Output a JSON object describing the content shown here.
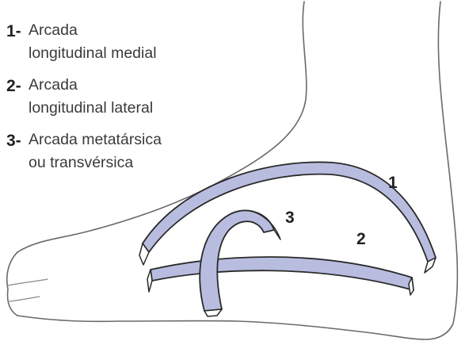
{
  "legend": [
    {
      "number": "1-",
      "lines": [
        "Arcada",
        "longitudinal medial"
      ]
    },
    {
      "number": "2-",
      "lines": [
        "Arcada",
        "longitudinal lateral"
      ]
    },
    {
      "number": "3-",
      "lines": [
        "Arcada metatársica",
        "ou transvérsica"
      ]
    }
  ],
  "arch_labels": {
    "medial": "1",
    "lateral": "2",
    "transverse": "3"
  },
  "colors": {
    "band_fill": "#b8bde0",
    "band_stroke": "#2a2a2a",
    "band_highlight": "#ffffff",
    "outline": "#6a6a6a",
    "text": "#3a3a3a"
  }
}
